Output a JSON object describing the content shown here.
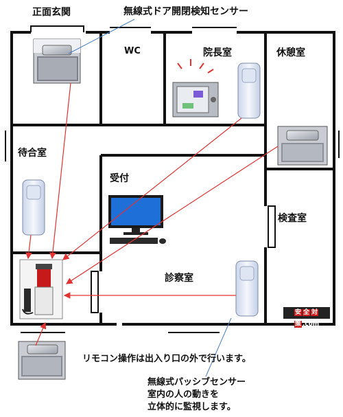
{
  "labels": {
    "entrance": "正面玄関",
    "door_sensor_title": "無線式ドア開閉検知センサー",
    "wc": "WC",
    "director_room": "院長室",
    "break_room": "休憩室",
    "waiting_room": "待合室",
    "reception": "受付",
    "inspection_room": "検査室",
    "exam_room": "診察室"
  },
  "brand": {
    "kanji": [
      "安",
      "全",
      "対",
      "策"
    ],
    "suffix": ".com"
  },
  "notes": {
    "remote": "リモコン操作は出入り口の外で行います。",
    "pir_1": "無線式パッシブセンサー",
    "pir_2": "室内の人の動きを",
    "pir_3": "立体的に監視します。"
  },
  "colors": {
    "wall": "#111111",
    "signal_arrow": "#e23232",
    "callout_line": "#4a7fc8",
    "sensor_body": "#e8eef8",
    "brand_bg": "#222222",
    "brand_accent": "#d21c1c"
  }
}
